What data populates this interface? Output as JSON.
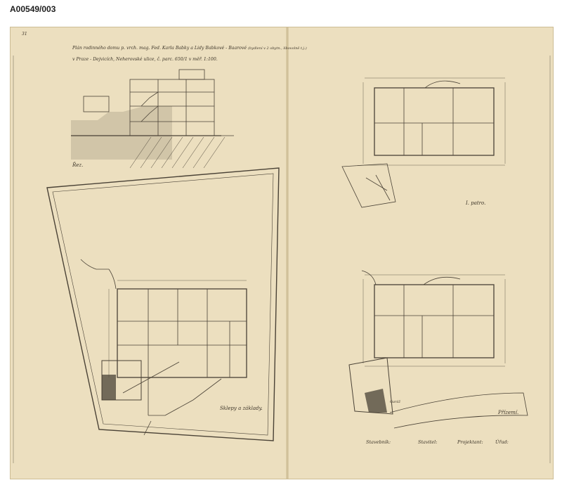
{
  "archive": {
    "id": "A00549/003"
  },
  "sheet": {
    "title_line1": "Plán rodinného domu p. vrch. mag. Fed. Karla Babky a Lidy Babkové - Baarové",
    "title_line1_note": "(bydlení v 2 obytn., libovolně t.j.)",
    "title_line2": "v Praze - Dejvicích, Neherovské ulice, č. parc. 650/1 v měř. 1:100.",
    "drawings": {
      "section_label": "Řez.",
      "first_floor_label": "I. patro.",
      "ground_floor_label": "Přízemí.",
      "basement_label": "Sklepy a základy.",
      "garage_label": "Garáž"
    },
    "signatures": [
      "Stavebník:",
      "Stavitel:",
      "Projektant:",
      "Úřad:"
    ],
    "stamp": "31"
  }
}
